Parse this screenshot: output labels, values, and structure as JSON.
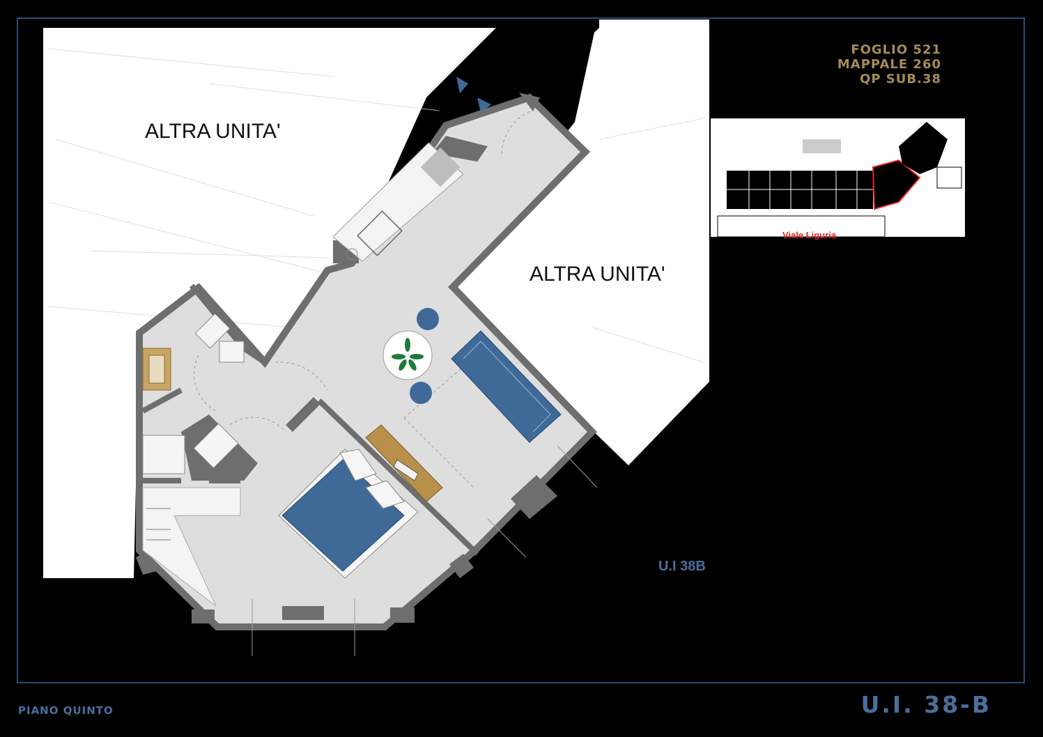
{
  "labels": {
    "other_unit_left": "ALTRA UNITA'",
    "other_unit_right": "ALTRA UNITA'",
    "unit_id": "U.I 38B"
  },
  "cadastral": {
    "sheet": "FOGLIO 521",
    "parcel": "MAPPALE 260",
    "sub": "QP SUB.38"
  },
  "key_plan": {
    "street": "Viale Liguria",
    "highlight_color": "#e3262a"
  },
  "footer": {
    "floor": "PIANO QUINTO",
    "title": "U.I. 38-B"
  },
  "colors": {
    "background": "#000000",
    "paper": "#ffffff",
    "floor": "#dedede",
    "wall": "#6e6e6e",
    "furniture_blue": "#3f6a98",
    "wood": "#b8904a",
    "text_blue": "#4a6f9c",
    "text_gold": "#a48d56"
  }
}
